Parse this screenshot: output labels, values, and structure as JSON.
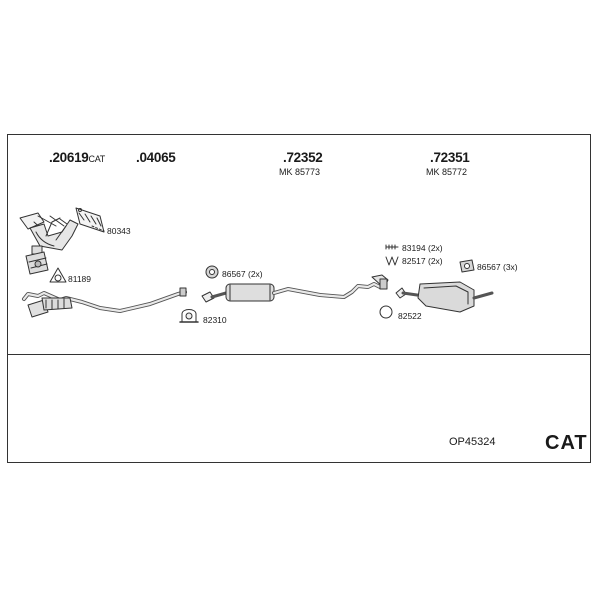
{
  "parts_top": {
    "cat_converter": {
      "number": ".20619",
      "suffix": "CAT"
    },
    "front_pipe": {
      "number": ".04065"
    },
    "middle_silencer": {
      "number": ".72352",
      "mk": "MK 85773"
    },
    "rear_silencer": {
      "number": ".72351",
      "mk": "MK 85772"
    }
  },
  "labels": {
    "gasket_80343": "80343",
    "ring_81189": "81189",
    "rubber_86567_mid": "86567 (2x)",
    "clamp_82310": "82310",
    "spring_83194": "83194 (2x)",
    "bolt_82517": "82517 (2x)",
    "rubber_86567_rear": "86567 (3x)",
    "ring_82522": "82522"
  },
  "footer": {
    "kit_code": "OP45324",
    "category": "CAT"
  }
}
